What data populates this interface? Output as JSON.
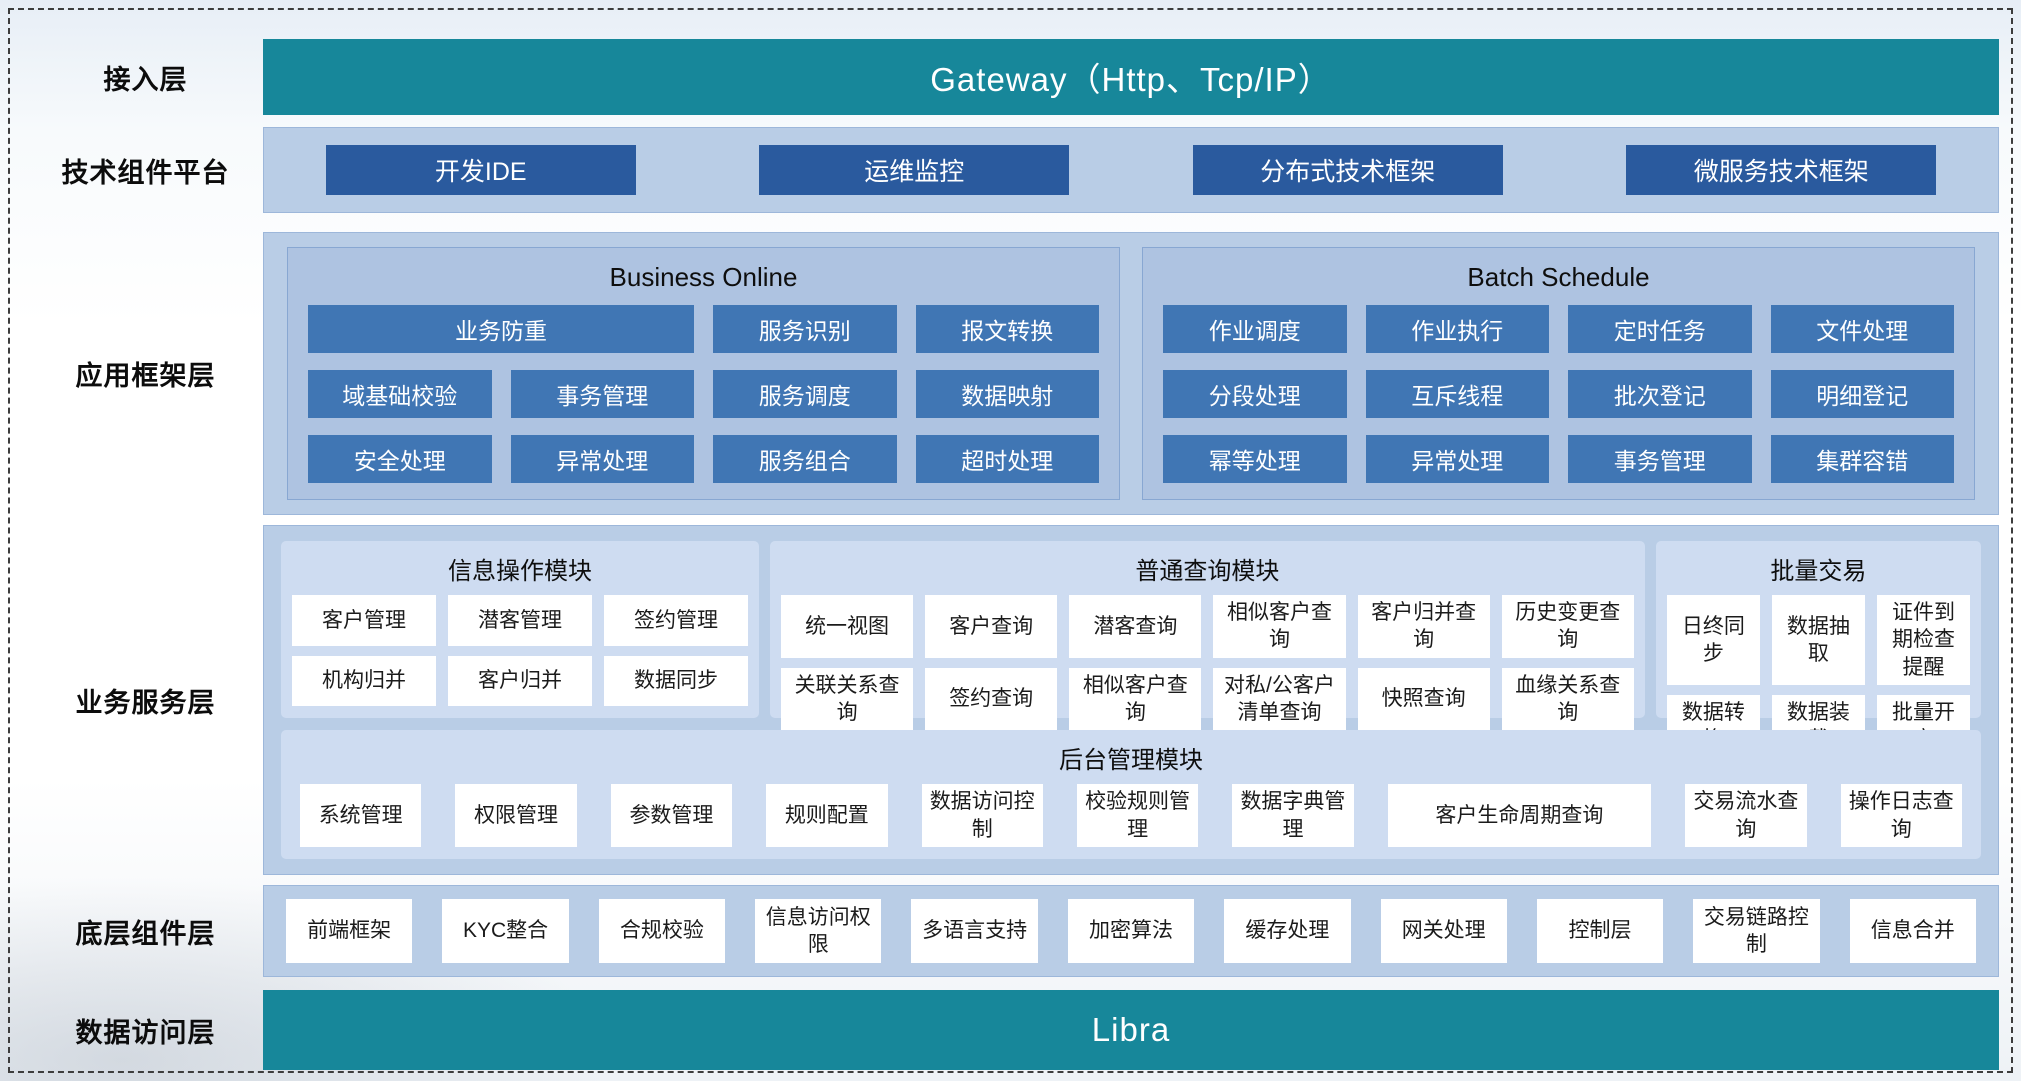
{
  "colors": {
    "teal_banner": "#17879a",
    "dark_blue_button": "#2a5a9e",
    "mid_blue_button": "#4076b4",
    "layer_background": "#b9cde6",
    "group_background": "#aec3e1",
    "module_background": "#cedcf1",
    "cell_background": "#ffffff"
  },
  "layers": {
    "access": {
      "label": "接入层",
      "banner": "Gateway（Http、Tcp/IP）"
    },
    "tech": {
      "label": "技术组件平台",
      "items": [
        "开发IDE",
        "运维监控",
        "分布式技术框架",
        "微服务技术框架"
      ]
    },
    "framework": {
      "label": "应用框架层",
      "business_online": {
        "title": "Business Online",
        "row1": [
          "业务防重",
          "服务识别",
          "报文转换"
        ],
        "row2": [
          "域基础校验",
          "事务管理",
          "服务调度",
          "数据映射"
        ],
        "row3": [
          "安全处理",
          "异常处理",
          "服务组合",
          "超时处理"
        ]
      },
      "batch_schedule": {
        "title": "Batch Schedule",
        "row1": [
          "作业调度",
          "作业执行",
          "定时任务",
          "文件处理"
        ],
        "row2": [
          "分段处理",
          "互斥线程",
          "批次登记",
          "明细登记"
        ],
        "row3": [
          "幂等处理",
          "异常处理",
          "事务管理",
          "集群容错"
        ]
      }
    },
    "service": {
      "label": "业务服务层",
      "info_module": {
        "title": "信息操作模块",
        "cells": [
          "客户管理",
          "潜客管理",
          "签约管理",
          "机构归并",
          "客户归并",
          "数据同步"
        ]
      },
      "query_module": {
        "title": "普通查询模块",
        "cells": [
          "统一视图",
          "客户查询",
          "潜客查询",
          "相似客户查询",
          "客户归并查询",
          "历史变更查询",
          "关联关系查询",
          "签约查询",
          "相似客户查询",
          "对私/公客户清单查询",
          "快照查询",
          "血缘关系查询"
        ]
      },
      "batch_module": {
        "title": "批量交易",
        "cells": [
          "日终同步",
          "数据抽取",
          "证件到期检查提醒",
          "数据转换",
          "数据装载",
          "批量开户"
        ]
      },
      "admin_module": {
        "title": "后台管理模块",
        "cells": [
          "系统管理",
          "权限管理",
          "参数管理",
          "规则配置",
          "数据访问控制",
          "校验规则管理",
          "数据字典管理",
          "客户生命周期查询",
          "交易流水查询",
          "操作日志查询"
        ]
      }
    },
    "component": {
      "label": "底层组件层",
      "cells": [
        "前端框架",
        "KYC整合",
        "合规校验",
        "信息访问权限",
        "多语言支持",
        "加密算法",
        "缓存处理",
        "网关处理",
        "控制层",
        "交易链路控制",
        "信息合并"
      ]
    },
    "data_access": {
      "label": "数据访问层",
      "banner": "Libra"
    }
  }
}
